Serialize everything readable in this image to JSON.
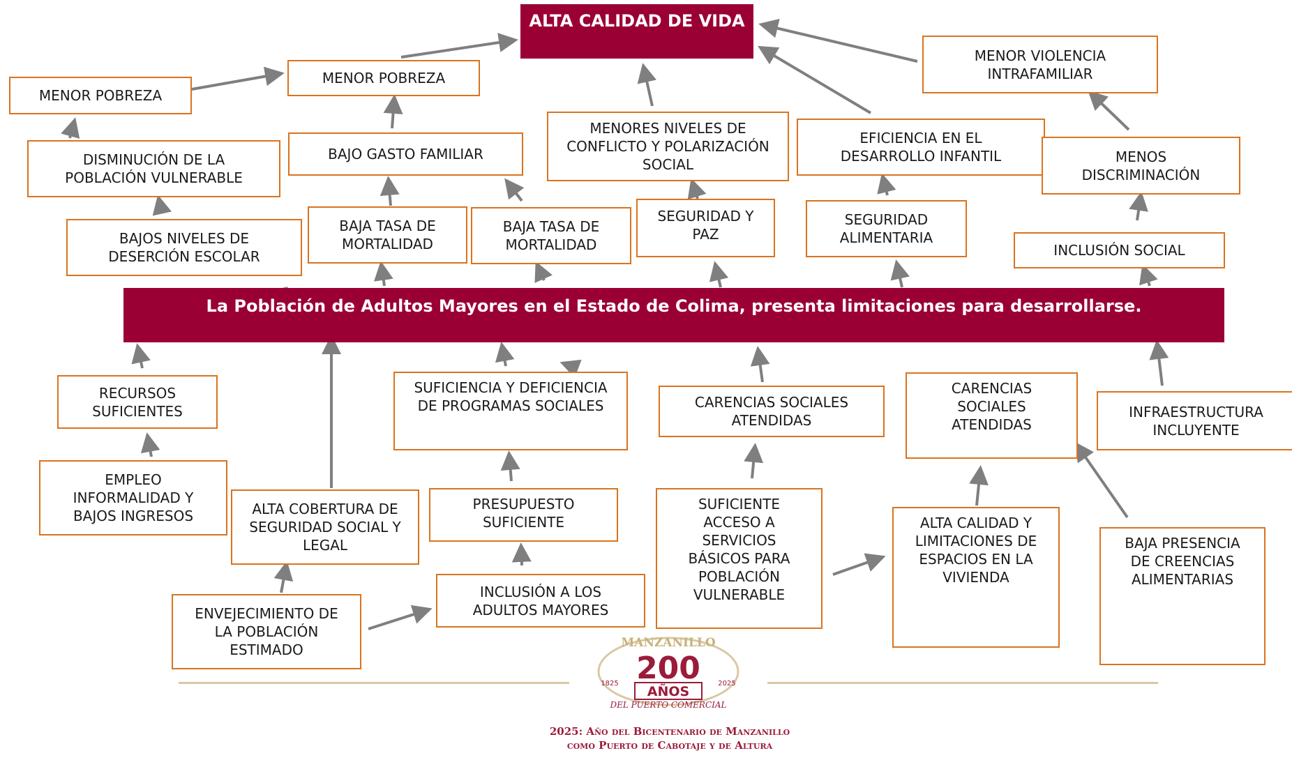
{
  "top_goal": "ALTA CALIDAD DE VIDA",
  "main_problem": "La Población de Adultos Mayores en el Estado de Colima, presenta limitaciones para desarrollarse.",
  "effects": {
    "menor_pobreza_1": "MENOR POBREZA",
    "menor_pobreza_2": "MENOR POBREZA",
    "disminucion_vulnerable": "DISMINUCIÓN DE LA\nPOBLACIÓN VULNERABLE",
    "bajo_gasto": "BAJO GASTO FAMILIAR",
    "menores_conflicto": "MENORES NIVELES DE\nCONFLICTO Y POLARIZACIÓN\nSOCIAL",
    "eficiencia_infantil": "EFICIENCIA EN EL\nDESARROLLO INFANTIL",
    "menor_violencia": "MENOR VIOLENCIA\nINTRAFAMILIAR",
    "menos_discriminacion": "MENOS\nDISCRIMINACIÓN",
    "bajos_desercion": "BAJOS NIVELES DE\nDESERCIÓN ESCOLAR",
    "baja_mortalidad_1": "BAJA TASA DE\nMORTALIDAD",
    "baja_mortalidad_2": "BAJA TASA DE\nMORTALIDAD",
    "seguridad_paz": "SEGURIDAD Y\nPAZ",
    "seguridad_alimentaria": "SEGURIDAD\nALIMENTARIA",
    "inclusion_social": "INCLUSIÓN SOCIAL"
  },
  "causes": {
    "recursos": "RECURSOS\nSUFICIENTES",
    "suficiencia_programas": "SUFICIENCIA Y DEFICIENCIA\nDE PROGRAMAS SOCIALES",
    "carencias_1": "CARENCIAS SOCIALES\nATENDIDAS",
    "carencias_2": "CARENCIAS\nSOCIALES\nATENDIDAS",
    "infraestructura": "INFRAESTRUCTURA\nINCLUYENTE",
    "empleo": "EMPLEO\nINFORMALIDAD Y\nBAJOS INGRESOS",
    "alta_cobertura": "ALTA COBERTURA DE\nSEGURIDAD SOCIAL Y\nLEGAL",
    "presupuesto": "PRESUPUESTO\nSUFICIENTE",
    "suficiente_acceso": "SUFICIENTE\nACCESO A\nSERVICIOS\nBÁSICOS PARA\nPOBLACIÓN\nVULNERABLE",
    "alta_calidad_vivienda": "ALTA CALIDAD Y\nLIMITACIONES DE\nESPACIOS EN LA\nVIVIENDA",
    "baja_creencias": "BAJA PRESENCIA\nDE CREENCIAS\nALIMENTARIAS",
    "envejecimiento": "ENVEJECIMIENTO DE\nLA POBLACIÓN\nESTIMADO",
    "inclusion_adultos": "INCLUSIÓN A LOS\nADULTOS MAYORES"
  },
  "logo": {
    "top_text": "MANZANILLO",
    "number": "200",
    "word": "AÑOS",
    "year_left": "1825",
    "year_right": "2025",
    "bottom_text": "DEL PUERTO COMERCIAL"
  },
  "footer": {
    "line1": "2025: Año del Bicentenario de Manzanillo",
    "line2": "como Puerto de Cabotaje y de Altura"
  },
  "colors": {
    "banner": "#9b0034",
    "border": "#d9731f",
    "arrow": "#7f7f7f"
  }
}
